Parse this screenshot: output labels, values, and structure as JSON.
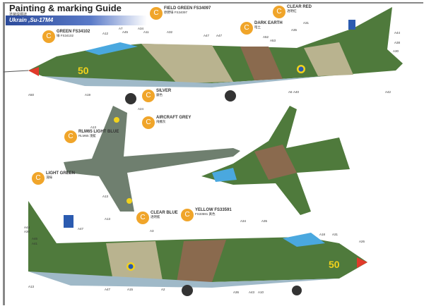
{
  "header": {
    "title": "Painting & marking Guide",
    "subtitle_cn": "塗装與標誌",
    "banner": "Ukrain ,Su-17M4"
  },
  "colors": {
    "accent": "#f0a52a",
    "banner": "#2b4a9a",
    "camo_green": "#4f7a3c",
    "camo_brown": "#8a6a4e",
    "camo_light": "#b9b38f",
    "underside": "#9fb9c8",
    "grey": "#6f7f6f"
  },
  "callouts": [
    {
      "code": "C",
      "name": "GREEN FS34102",
      "cn": "綠 FS34102"
    },
    {
      "code": "C",
      "name": "FIELD GREEN FS34097",
      "cn": "原野綠 FS34097"
    },
    {
      "code": "C",
      "name": "DARK EARTH",
      "cn": "暗土"
    },
    {
      "code": "C",
      "name": "CLEAR RED",
      "cn": "透明紅"
    },
    {
      "code": "C",
      "name": "SILVER",
      "cn": "銀色"
    },
    {
      "code": "C",
      "name": "AIRCRAFT GREY",
      "cn": "飛機灰"
    },
    {
      "code": "C",
      "name": "RLM65 LIGHT BLUE",
      "cn": "RLM65 淺藍"
    },
    {
      "code": "C",
      "name": "LIGHT GREEN",
      "cn": "淺綠"
    },
    {
      "code": "C",
      "name": "CLEAR BLUE",
      "cn": "透明藍"
    },
    {
      "code": "C",
      "name": "YELLOW FS33591",
      "cn": "FS33591 黃色"
    }
  ],
  "aircraft": {
    "number": "50"
  },
  "labels": [
    "A12",
    "A7",
    "A45",
    "A34",
    "A11",
    "A32",
    "A47",
    "A47",
    "A52",
    "A53",
    "A35",
    "A31",
    "A44",
    "A38",
    "A30",
    "A50",
    "A19",
    "A24",
    "A6",
    "A40",
    "A13",
    "A42",
    "A13",
    "A13",
    "A44",
    "A30",
    "A46",
    "A41",
    "A47",
    "A18",
    "A31",
    "A26",
    "A34",
    "A35",
    "A3",
    "A13",
    "A47",
    "A15",
    "A2",
    "A36",
    "A43",
    "A10"
  ]
}
